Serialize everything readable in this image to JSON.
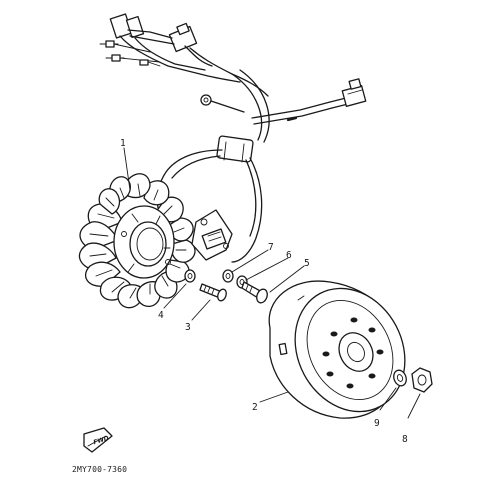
{
  "diagram": {
    "part_code": "2MY700-7360",
    "fwd_label": "FWD"
  },
  "callouts": [
    {
      "id": "1",
      "label": "1"
    },
    {
      "id": "2",
      "label": "2"
    },
    {
      "id": "3",
      "label": "3"
    },
    {
      "id": "4",
      "label": "4"
    },
    {
      "id": "5",
      "label": "5"
    },
    {
      "id": "6",
      "label": "6"
    },
    {
      "id": "7",
      "label": "7"
    },
    {
      "id": "8",
      "label": "8"
    },
    {
      "id": "9",
      "label": "9"
    }
  ]
}
